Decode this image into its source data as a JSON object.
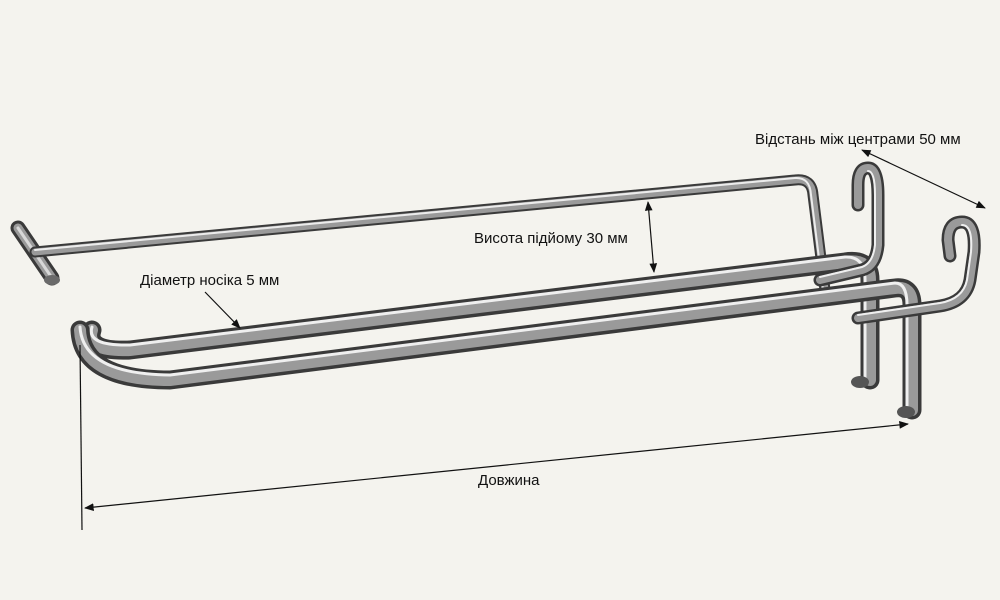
{
  "labels": {
    "center_distance": "Відстань між центрами 50 мм",
    "lift_height": "Висота підйому 30 мм",
    "tip_diameter": "Діаметр носіка 5 мм",
    "length": "Довжина"
  },
  "colors": {
    "background": "#f4f3ee",
    "metal_dark": "#3a3a3a",
    "metal_mid": "#8a8a8a",
    "metal_light": "#e6e6e6",
    "annotation": "#111111"
  }
}
